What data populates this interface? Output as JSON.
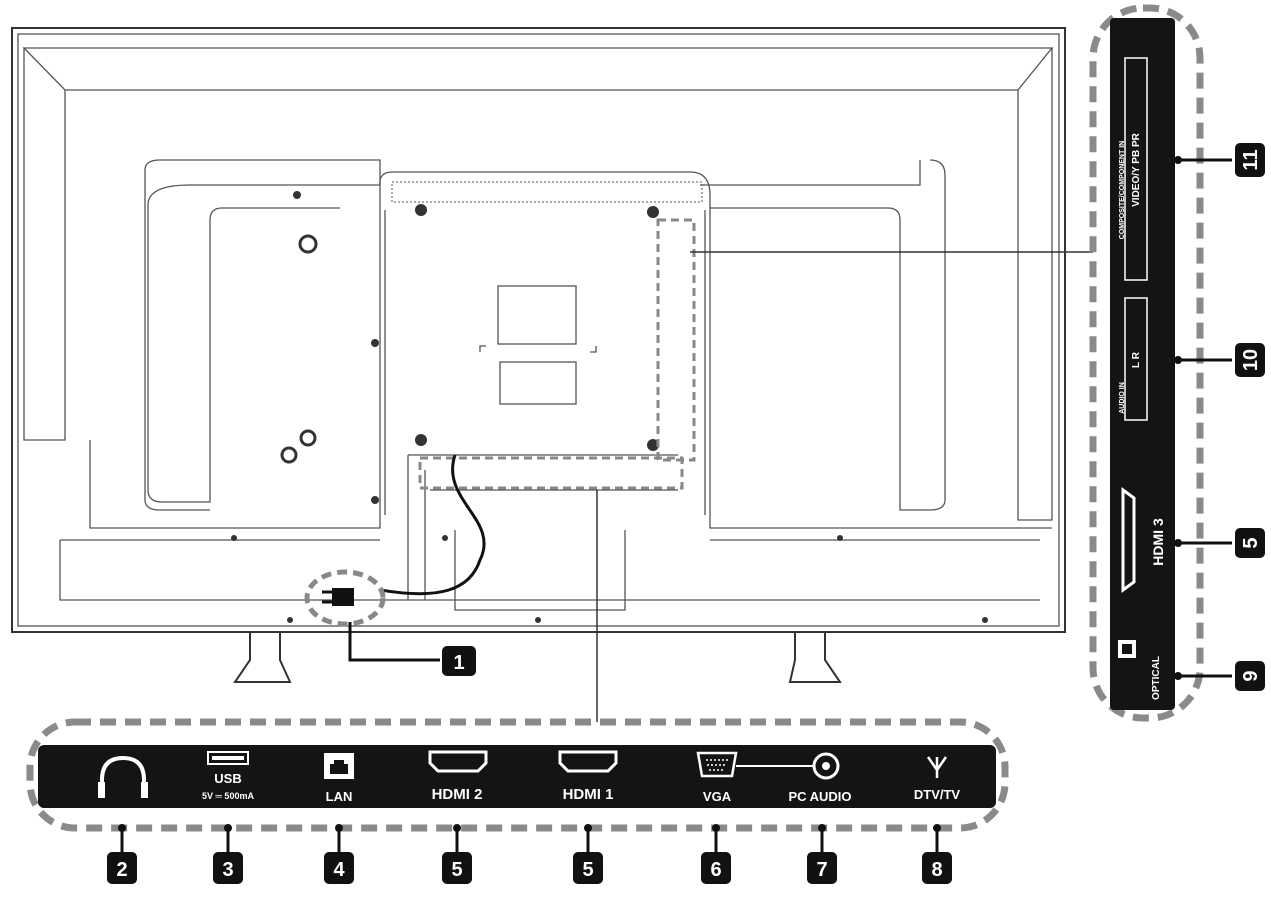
{
  "diagram": {
    "power": {
      "number": "1"
    },
    "bottom_panel": {
      "ports": [
        {
          "number": "2",
          "label": "",
          "icon": "headphone-icon"
        },
        {
          "number": "3",
          "label": "USB",
          "sublabel": "5V ═ 500mA",
          "icon": "usb-port-icon"
        },
        {
          "number": "4",
          "label": "LAN",
          "icon": "ethernet-port-icon"
        },
        {
          "number": "5",
          "label": "HDMI 2",
          "icon": "hdmi-port-icon"
        },
        {
          "number": "5",
          "label": "HDMI 1",
          "icon": "hdmi-port-icon"
        },
        {
          "number": "6",
          "label": "VGA",
          "icon": "vga-port-icon"
        },
        {
          "number": "7",
          "label": "PC AUDIO",
          "icon": "audio-jack-icon"
        },
        {
          "number": "8",
          "label": "DTV/TV",
          "icon": "antenna-icon"
        }
      ]
    },
    "side_panel": {
      "composite": {
        "number": "11",
        "title": "COMPOSITE/COMPONENT IN",
        "jacks": [
          "VIDEO/Y",
          "PB",
          "PR"
        ]
      },
      "audio_in": {
        "number": "10",
        "title": "AUDIO IN",
        "jacks": [
          "L",
          "R"
        ]
      },
      "hdmi3": {
        "number": "5",
        "label": "HDMI 3"
      },
      "optical": {
        "number": "9",
        "label": "OPTICAL"
      }
    }
  }
}
